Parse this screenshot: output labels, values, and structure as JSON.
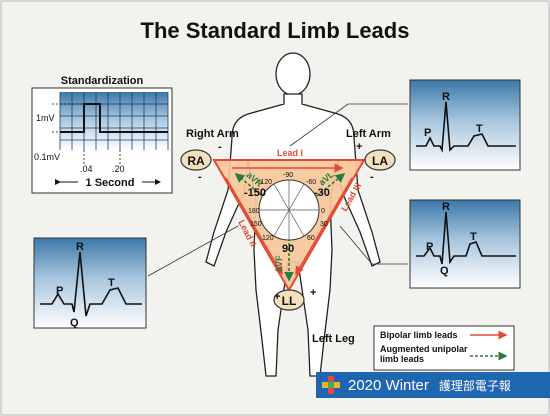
{
  "title": "The Standard Limb Leads",
  "standardization": {
    "heading": "Standardization",
    "mv_label": "1mV",
    "point_one_mv": "0.1mV",
    "tick_04": ".04",
    "tick_20": ".20",
    "second_label": "1 Second"
  },
  "limbs": {
    "right_arm": "Right Arm",
    "left_arm": "Left Arm",
    "left_leg": "Left Leg"
  },
  "electrodes": {
    "ra": "RA",
    "la": "LA",
    "ll": "LL"
  },
  "leads": {
    "lead1": "Lead I",
    "lead2": "Lead II",
    "lead3": "Lead III"
  },
  "augmented": {
    "avr": "aVR",
    "avl": "aVL",
    "avf": "aVF"
  },
  "signs": {
    "plus": "+",
    "minus": "-"
  },
  "hexaxial": {
    "outer": [
      "-150",
      "-30",
      "90"
    ],
    "inner": [
      "-120",
      "-90",
      "-60",
      "180",
      "0",
      "150",
      "30",
      "120",
      "60"
    ]
  },
  "ecg_labels": {
    "p": "P",
    "q": "Q",
    "r": "R",
    "t": "T"
  },
  "legend": {
    "bipolar": "Bipolar limb leads",
    "augmented": "Augmented unipolar limb leads"
  },
  "colors": {
    "lead": "#e24a35",
    "augmented": "#2a7a3a",
    "triangle": "#f7c79a"
  },
  "banner": {
    "year": "2020 Winter",
    "subtitle": "護理部電子報"
  }
}
